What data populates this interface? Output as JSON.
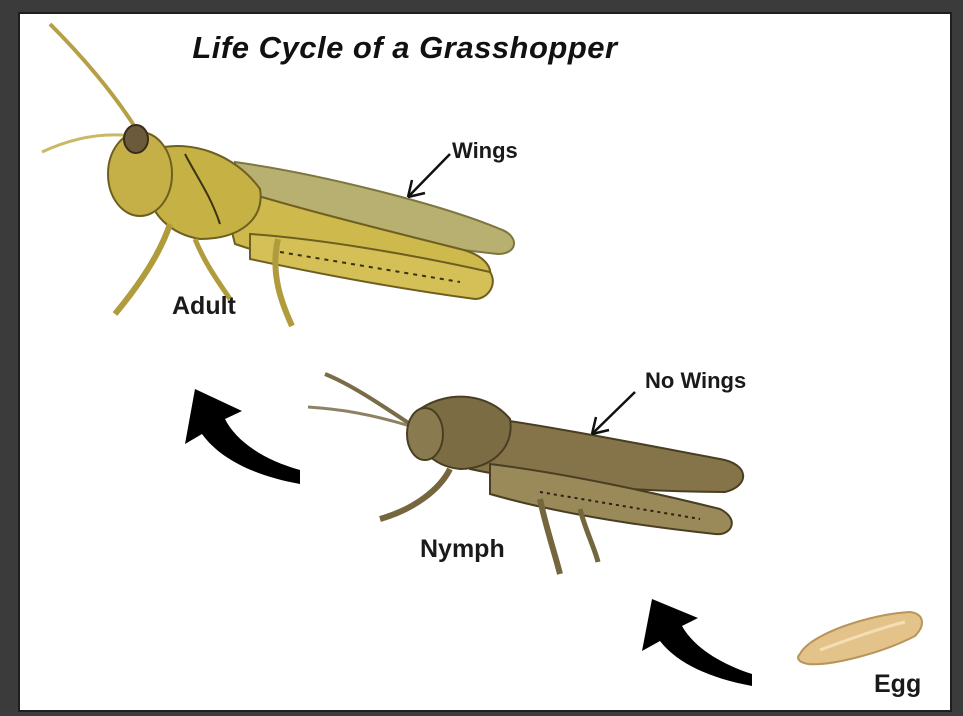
{
  "title": "Life Cycle of a Grasshopper",
  "stages": {
    "adult": "Adult",
    "nymph": "Nymph",
    "egg": "Egg"
  },
  "callouts": {
    "wings": "Wings",
    "no_wings": "No Wings"
  },
  "colors": {
    "frame_border": "#3b3b3b",
    "background": "#ffffff",
    "arrow": "#000000",
    "adult_body": "#c9b54a",
    "nymph_body": "#8a7a4a",
    "egg": "#e8c98a"
  },
  "icons": [
    "cycle-arrow-icon",
    "cycle-arrow-icon",
    "pointer-arrow-icon",
    "pointer-arrow-icon"
  ]
}
